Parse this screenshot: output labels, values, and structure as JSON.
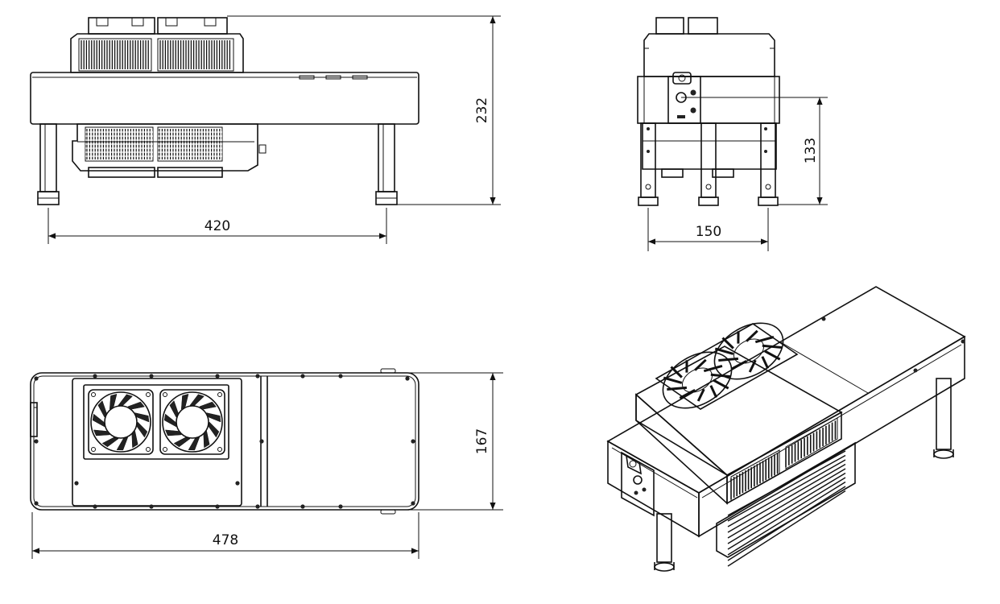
{
  "dimensions": {
    "front_height": "232",
    "front_width": "420",
    "side_height": "133",
    "side_width": "150",
    "top_depth": "167",
    "top_length": "478"
  },
  "colors": {
    "line": "#111111",
    "background": "#ffffff"
  }
}
